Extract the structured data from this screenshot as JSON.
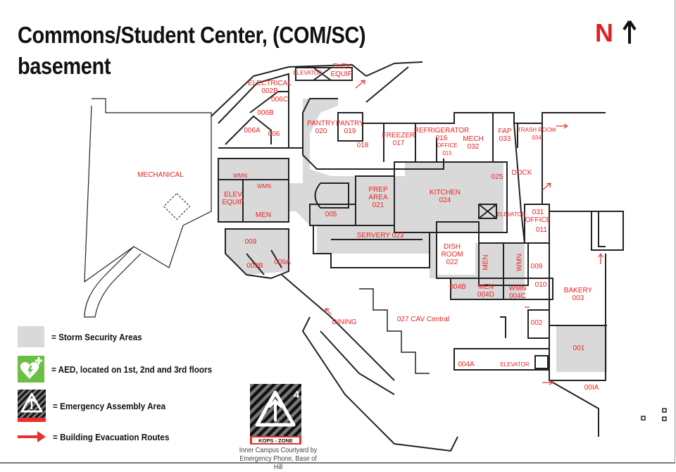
{
  "header": {
    "title_line1": "Commons/Student Center, (COM/SC)",
    "title_line2": "basement",
    "north_label": "N"
  },
  "colors": {
    "room_label": "#ee2222",
    "storm_area": "#d9d9d9",
    "aed": "#6cbf45",
    "evac_arrow": "#e83030",
    "wall": "#222222"
  },
  "rooms": [
    {
      "line1": "MECHANICAL"
    },
    {
      "line1": "ELECTRICAL",
      "line2": "002B"
    },
    {
      "line1": "ELEVATOR"
    },
    {
      "line1": "ELEV",
      "line2": "EQUIP"
    },
    {
      "line1": "006C"
    },
    {
      "line1": "006B"
    },
    {
      "line1": "006A"
    },
    {
      "line1": "006"
    },
    {
      "line1": "PANTRY",
      "line2": "020"
    },
    {
      "line1": "PANTRY",
      "line2": "019"
    },
    {
      "line1": "018"
    },
    {
      "line1": "FREEZER",
      "line2": "017"
    },
    {
      "line1": "REFRIGERATOR",
      "line2": "016"
    },
    {
      "line1": "OFFICE",
      "line2": "015"
    },
    {
      "line1": "MECH",
      "line2": "032"
    },
    {
      "line1": "FAP",
      "line2": "033"
    },
    {
      "line1": "TRASH ROOM",
      "line2": "034"
    },
    {
      "line1": "DOCK"
    },
    {
      "line1": "025"
    },
    {
      "line1": "WMN"
    },
    {
      "line1": "WMN"
    },
    {
      "line1": "ELEV",
      "line2": "EQUIP"
    },
    {
      "line1": "MEN"
    },
    {
      "line1": "PREP",
      "line2": "AREA",
      "line3": "021"
    },
    {
      "line1": "KITCHEN",
      "line2": "024"
    },
    {
      "line1": "005"
    },
    {
      "line1": "ELEVATOR"
    },
    {
      "line1": "031",
      "line2": "OFFICE"
    },
    {
      "line1": "011"
    },
    {
      "line1": "SERVERY 023"
    },
    {
      "line1": "009"
    },
    {
      "line1": "009B"
    },
    {
      "line1": "009A"
    },
    {
      "line1": "DISH",
      "line2": "ROOM",
      "line3": "022"
    },
    {
      "line1": "MEN"
    },
    {
      "line1": "WMN"
    },
    {
      "line1": "009"
    },
    {
      "line1": "004B"
    },
    {
      "line1": "MEN",
      "line2": "004D"
    },
    {
      "line1": "WMN",
      "line2": "004C"
    },
    {
      "line1": "010"
    },
    {
      "line1": "BAKERY",
      "line2": "003"
    },
    {
      "line1": "DINING"
    },
    {
      "line1": "027 CAV Central"
    },
    {
      "line1": "002"
    },
    {
      "line1": "001"
    },
    {
      "line1": "004A"
    },
    {
      "line1": "ELEVATOR"
    },
    {
      "line1": "00IA"
    }
  ],
  "legend": [
    {
      "icon": "storm-area-swatch",
      "label": "= Storm Security Areas"
    },
    {
      "icon": "aed-heart-icon",
      "label": "= AED, located on 1st, 2nd and 3rd floors"
    },
    {
      "icon": "assembly-area-icon",
      "label": "= Emergency Assembly Area"
    },
    {
      "icon": "evacuation-arrow-icon",
      "label": "= Building Evacuation Routes"
    }
  ],
  "assembly_area": {
    "zone_number": "4",
    "badge_text": "KOPS - ZONE",
    "caption_line1": "Inner Campus Courtyard by",
    "caption_line2": "Emergency Phone, Base of Hill"
  }
}
